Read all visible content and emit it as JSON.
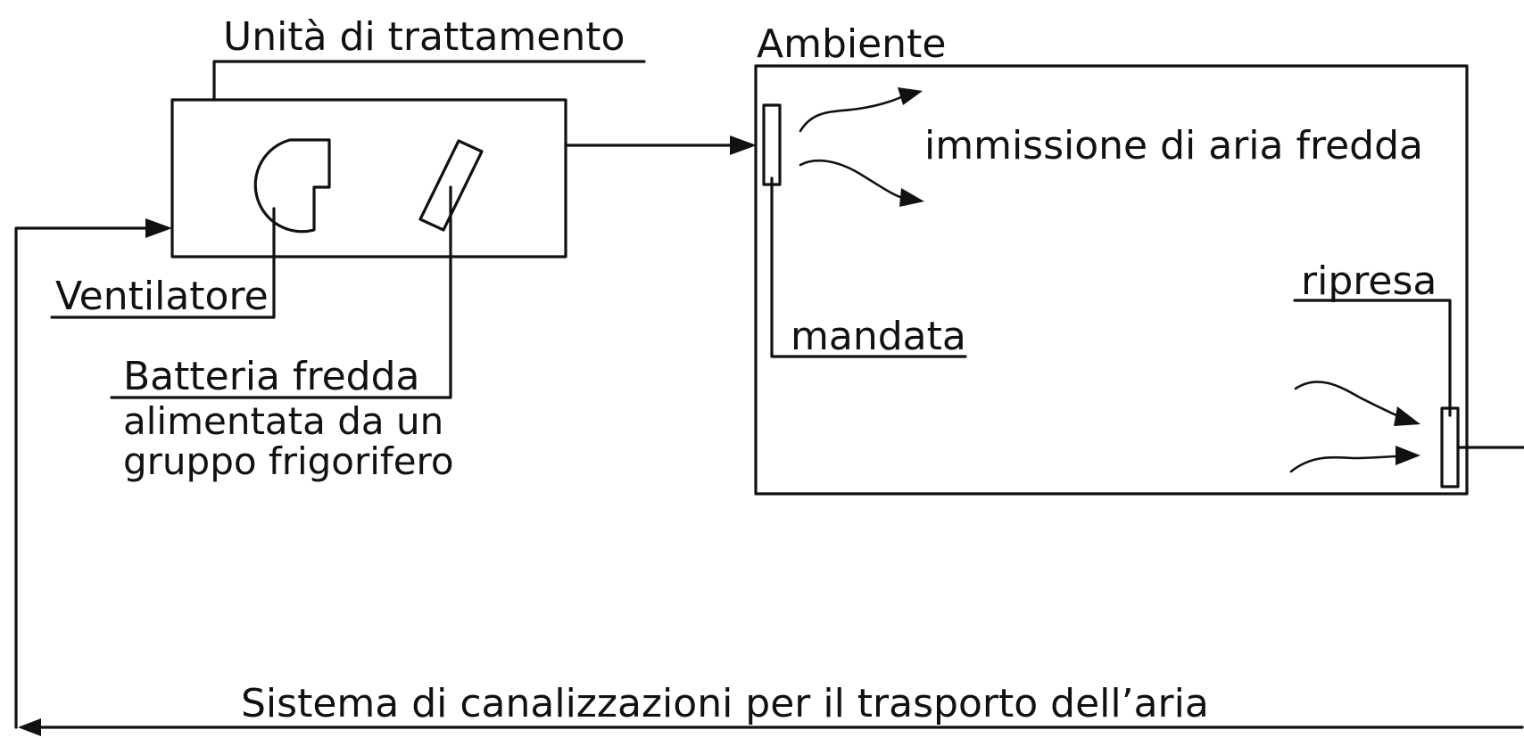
{
  "labels": {
    "unit": "Unità di trattamento",
    "room": "Ambiente",
    "inlet": "immissione di aria fredda",
    "fan": "Ventilatore",
    "supply": "mandata",
    "return": "ripresa",
    "coil_line1": "Batteria fredda",
    "coil_line2": "alimentata da un",
    "coil_line3": "gruppo frigorifero",
    "ducts": "Sistema di canalizzazioni per il trasporto dell’aria"
  }
}
